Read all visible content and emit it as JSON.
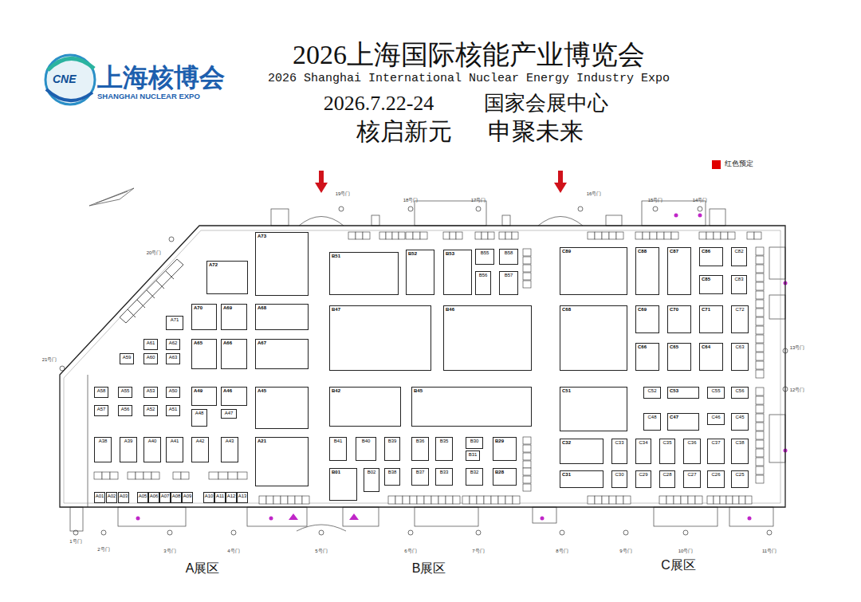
{
  "diagram": {
    "title": "2026上海国际核能产业博览会",
    "nodes": [
      {
        "text": [
          "A73"
        ]
      },
      {
        "text": [
          "A72"
        ]
      },
      {
        "text": [
          "A71"
        ]
      },
      {
        "text": [
          "A70"
        ]
      },
      {
        "text": [
          "A69"
        ]
      },
      {
        "text": [
          "A68"
        ]
      },
      {
        "text": [
          "A61"
        ]
      },
      {
        "text": [
          "A62"
        ]
      },
      {
        "text": [
          "A65"
        ]
      },
      {
        "text": [
          "A66"
        ]
      },
      {
        "text": [
          "A67"
        ]
      },
      {
        "text": [
          "A59"
        ]
      },
      {
        "text": [
          "A60"
        ]
      },
      {
        "text": [
          "A63"
        ]
      },
      {
        "text": [
          "A58"
        ]
      },
      {
        "text": [
          "A55"
        ]
      },
      {
        "text": [
          "A53"
        ]
      },
      {
        "text": [
          "A50"
        ]
      },
      {
        "text": [
          "A49"
        ]
      },
      {
        "text": [
          "A46"
        ]
      },
      {
        "text": [
          "A45"
        ]
      },
      {
        "text": [
          "A57"
        ]
      },
      {
        "text": [
          "A56"
        ]
      },
      {
        "text": [
          "A52"
        ]
      },
      {
        "text": [
          "A51"
        ]
      },
      {
        "text": [
          "A48"
        ]
      },
      {
        "text": [
          "A47"
        ]
      },
      {
        "text": [
          "A38"
        ]
      },
      {
        "text": [
          "A39"
        ]
      },
      {
        "text": [
          "A40"
        ]
      },
      {
        "text": [
          "A41"
        ]
      },
      {
        "text": [
          "A42"
        ]
      },
      {
        "text": [
          "A43"
        ]
      },
      {
        "text": [
          "A21"
        ]
      },
      {
        "text": [
          "A01"
        ]
      },
      {
        "text": [
          "A02"
        ]
      },
      {
        "text": [
          "A03"
        ]
      },
      {
        "text": [
          "A05"
        ]
      },
      {
        "text": [
          "A06"
        ]
      },
      {
        "text": [
          "A07"
        ]
      },
      {
        "text": [
          "A08"
        ]
      },
      {
        "text": [
          "A09"
        ]
      },
      {
        "text": [
          "A10"
        ]
      },
      {
        "text": [
          "A11"
        ]
      },
      {
        "text": [
          "A12"
        ]
      },
      {
        "text": [
          "A13"
        ]
      },
      {
        "text": [
          "B51"
        ]
      },
      {
        "text": [
          "B52"
        ]
      },
      {
        "text": [
          "B53"
        ]
      },
      {
        "text": [
          "B55"
        ]
      },
      {
        "text": [
          "B58"
        ]
      },
      {
        "text": [
          "B56"
        ]
      },
      {
        "text": [
          "B57"
        ]
      },
      {
        "text": [
          "B47"
        ]
      },
      {
        "text": [
          "B46"
        ]
      },
      {
        "text": [
          "B42"
        ]
      },
      {
        "text": [
          "B45"
        ]
      },
      {
        "text": [
          "B41"
        ]
      },
      {
        "text": [
          "B40"
        ]
      },
      {
        "text": [
          "B39"
        ]
      },
      {
        "text": [
          "B36"
        ]
      },
      {
        "text": [
          "B35"
        ]
      },
      {
        "text": [
          "B30"
        ]
      },
      {
        "text": [
          "B31"
        ]
      },
      {
        "text": [
          "B29"
        ]
      },
      {
        "text": [
          "B01"
        ]
      },
      {
        "text": [
          "B02"
        ]
      },
      {
        "text": [
          "B38"
        ]
      },
      {
        "text": [
          "B37"
        ]
      },
      {
        "text": [
          "B33"
        ]
      },
      {
        "text": [
          "B32"
        ]
      },
      {
        "text": [
          "B28"
        ]
      },
      {
        "text": [
          "C89"
        ]
      },
      {
        "text": [
          "C88"
        ]
      },
      {
        "text": [
          "C87"
        ]
      },
      {
        "text": [
          "C86"
        ]
      },
      {
        "text": [
          "C82"
        ]
      },
      {
        "text": [
          "C85"
        ]
      },
      {
        "text": [
          "C83"
        ]
      },
      {
        "text": [
          "C68"
        ]
      },
      {
        "text": [
          "C69"
        ]
      },
      {
        "text": [
          "C70"
        ]
      },
      {
        "text": [
          "C71"
        ]
      },
      {
        "text": [
          "C72"
        ]
      },
      {
        "text": [
          "C66"
        ]
      },
      {
        "text": [
          "C65"
        ]
      },
      {
        "text": [
          "C64"
        ]
      },
      {
        "text": [
          "C63"
        ]
      },
      {
        "text": [
          "C51"
        ]
      },
      {
        "text": [
          "C52"
        ]
      },
      {
        "text": [
          "C53"
        ]
      },
      {
        "text": [
          "C55"
        ]
      },
      {
        "text": [
          "C56"
        ]
      },
      {
        "text": [
          "C48"
        ]
      },
      {
        "text": [
          "C47"
        ]
      },
      {
        "text": [
          "C46"
        ]
      },
      {
        "text": [
          "C45"
        ]
      },
      {
        "text": [
          "C32"
        ]
      },
      {
        "text": [
          "C33"
        ]
      },
      {
        "text": [
          "C34"
        ]
      },
      {
        "text": [
          "C35"
        ]
      },
      {
        "text": [
          "C36"
        ]
      },
      {
        "text": [
          "C37"
        ]
      },
      {
        "text": [
          "C38"
        ]
      },
      {
        "text": [
          "C31"
        ]
      },
      {
        "text": [
          "C30"
        ]
      },
      {
        "text": [
          "C29"
        ]
      },
      {
        "text": [
          "C28"
        ]
      },
      {
        "text": [
          "C27"
        ]
      },
      {
        "text": [
          "C26"
        ]
      },
      {
        "text": [
          "C25"
        ]
      }
    ],
    "labels": [
      "上海核博会",
      "SHANGHAI NUCLEAR EXPO",
      "CNE",
      "2026 Shanghai International Nuclear Energy Industry Expo",
      "2026.7.22-24",
      "国家会展中心",
      "核启新元",
      "申聚未来",
      "1号门",
      "2号门",
      "3号门",
      "4号门",
      "5号门",
      "6号门",
      "7号门",
      "8号门",
      "9号门",
      "10号门",
      "11号门",
      "12号门",
      "13号门",
      "14号门",
      "15号门",
      "16号门",
      "17号门",
      "18号门",
      "19号门",
      "20号门",
      "21号门",
      "A展区",
      "B展区",
      "C展区"
    ],
    "legend": [
      {
        "text": "红色预定",
        "color": "#e00000"
      }
    ]
  }
}
